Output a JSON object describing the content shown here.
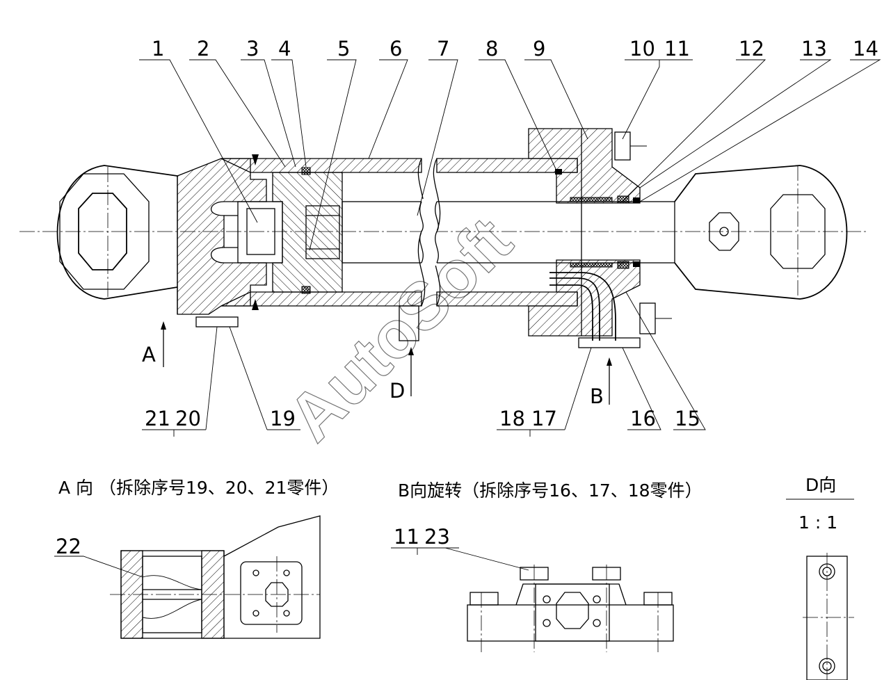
{
  "part_numbers": [
    "1",
    "2",
    "3",
    "4",
    "5",
    "6",
    "7",
    "8",
    "9",
    "10",
    "11",
    "12",
    "13",
    "14",
    "15",
    "16",
    "17",
    "18",
    "19",
    "20",
    "21",
    "22",
    "23"
  ],
  "direction_labels": {
    "a": "A",
    "b": "B",
    "d": "D"
  },
  "views": {
    "a_view_caption": "A 向 （拆除序号19、20、21零件）",
    "b_view_caption": "B向旋转（拆除序号16、17、18零件）",
    "d_view_caption": "D向",
    "d_view_scale": "1 : 1"
  },
  "section_tag": "11",
  "watermark": "AutoSoft"
}
